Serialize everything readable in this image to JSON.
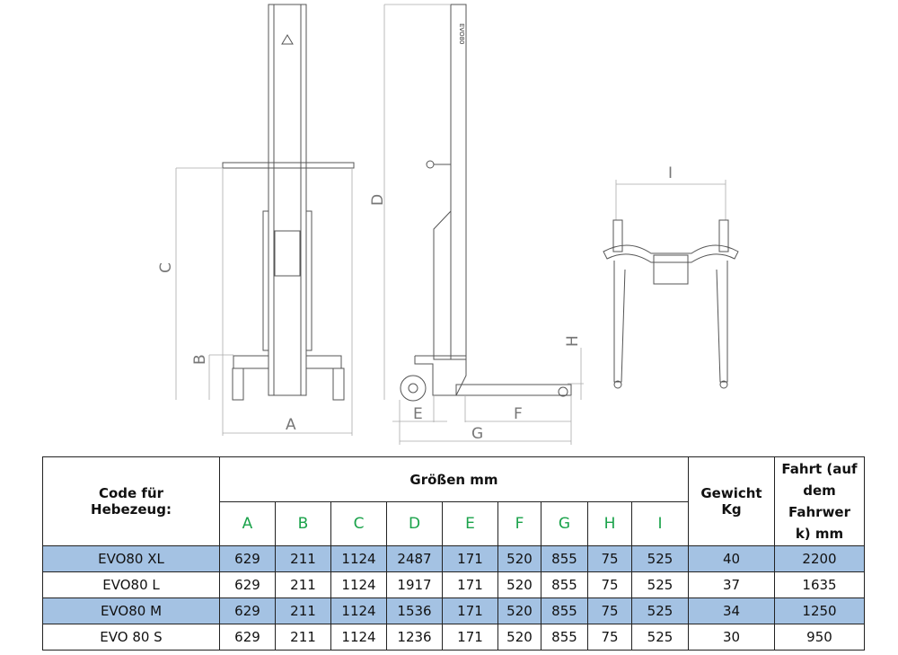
{
  "drawing": {
    "labels": {
      "A": "A",
      "B": "B",
      "C": "C",
      "D": "D",
      "E": "E",
      "F": "F",
      "G": "G",
      "H": "H",
      "I": "I"
    },
    "column_mark": "EVO80"
  },
  "table": {
    "header": {
      "code": "Code für Hebezeug:",
      "sizes": "Größen mm",
      "weight": "Gewicht Kg",
      "travel": "Fahrt (auf dem Fahrwer k) mm",
      "letters": [
        "A",
        "B",
        "C",
        "D",
        "E",
        "F",
        "G",
        "H",
        "I"
      ]
    },
    "rows": [
      {
        "code": "EVO80 XL",
        "values": [
          "629",
          "211",
          "1124",
          "2487",
          "171",
          "520",
          "855",
          "75",
          "525"
        ],
        "weight": "40",
        "travel": "2200",
        "highlight": true
      },
      {
        "code": "EVO80 L",
        "values": [
          "629",
          "211",
          "1124",
          "1917",
          "171",
          "520",
          "855",
          "75",
          "525"
        ],
        "weight": "37",
        "travel": "1635",
        "highlight": false
      },
      {
        "code": "EVO80 M",
        "values": [
          "629",
          "211",
          "1124",
          "1536",
          "171",
          "520",
          "855",
          "75",
          "525"
        ],
        "weight": "34",
        "travel": "1250",
        "highlight": true
      },
      {
        "code": "EVO 80 S",
        "values": [
          "629",
          "211",
          "1124",
          "1236",
          "171",
          "520",
          "855",
          "75",
          "525"
        ],
        "weight": "30",
        "travel": "950",
        "highlight": false
      }
    ],
    "highlight_color": "#a4c2e3",
    "letter_color": "#1aa24a"
  }
}
